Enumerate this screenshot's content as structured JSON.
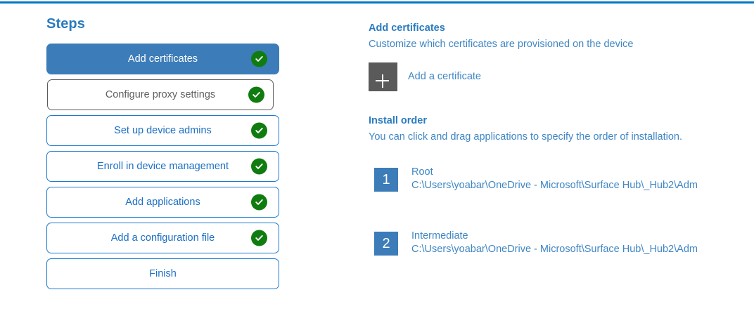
{
  "theme": {
    "accent_rule": "#0078c8",
    "active_step_bg": "#3c7cb8",
    "step_border": "#1b7ad0",
    "step_text": "#1b6fc4",
    "muted_step_border": "#5c5c5c",
    "muted_step_text": "#616161",
    "check_green": "#107c10",
    "heading_blue": "#2b7bbf",
    "body_blue": "#3f86c4",
    "tile_gray": "#5a5a5a",
    "badge_blue": "#3c7cb8"
  },
  "steps_pane": {
    "title": "Steps",
    "items": [
      {
        "label": "Add certificates",
        "state": "active",
        "completed": true
      },
      {
        "label": "Configure proxy settings",
        "state": "muted",
        "completed": true
      },
      {
        "label": "Set up device admins",
        "state": "default",
        "completed": true
      },
      {
        "label": "Enroll in device management",
        "state": "default",
        "completed": true
      },
      {
        "label": "Add applications",
        "state": "default",
        "completed": true
      },
      {
        "label": "Add a configuration file",
        "state": "default",
        "completed": true
      },
      {
        "label": "Finish",
        "state": "default",
        "completed": false
      }
    ]
  },
  "detail": {
    "heading": "Add certificates",
    "subheading": "Customize which certificates are provisioned on the device",
    "add_certificate_label": "Add a certificate",
    "add_icon": "plus-icon",
    "install_order": {
      "heading": "Install order",
      "subheading": "You can click and drag applications to specify the order of installation.",
      "items": [
        {
          "number": "1",
          "name": "Root",
          "path": "C:\\Users\\yoabar\\OneDrive - Microsoft\\Surface Hub\\_Hub2\\Adm"
        },
        {
          "number": "2",
          "name": "Intermediate",
          "path": "C:\\Users\\yoabar\\OneDrive - Microsoft\\Surface Hub\\_Hub2\\Adm"
        }
      ]
    }
  }
}
